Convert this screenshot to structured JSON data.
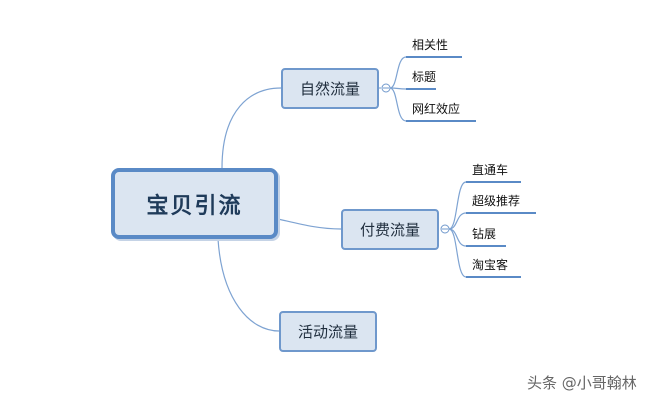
{
  "mindmap": {
    "root": "宝贝引流",
    "branches": [
      {
        "label": "自然流量",
        "children": [
          "相关性",
          "标题",
          "网红效应"
        ]
      },
      {
        "label": "付费流量",
        "children": [
          "直通车",
          "超级推荐",
          "钻展",
          "淘宝客"
        ]
      },
      {
        "label": "活动流量",
        "children": []
      }
    ]
  },
  "colors": {
    "node_fill": "#dbe5f1",
    "node_border": "#6f98cc",
    "root_border": "#5a8ac6",
    "connector": "#7ea3d2"
  },
  "watermark": "头条 @小哥翰林"
}
